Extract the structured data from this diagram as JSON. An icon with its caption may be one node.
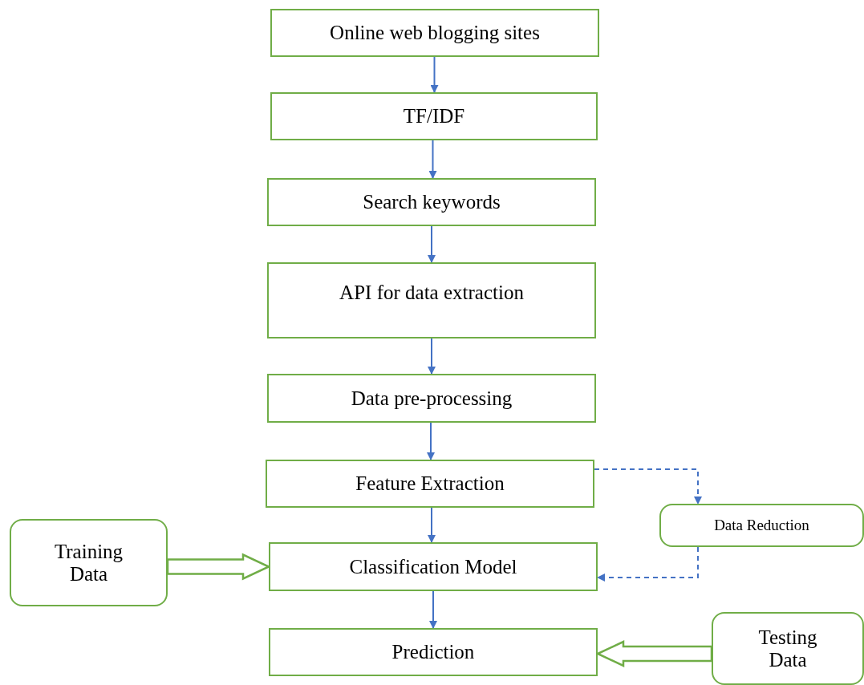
{
  "diagram": {
    "nodes": [
      {
        "text": [
          "Online web blogging sites"
        ]
      },
      {
        "text": [
          "TF/IDF"
        ]
      },
      {
        "text": [
          "Search keywords"
        ]
      },
      {
        "text": [
          "API for data extraction"
        ]
      },
      {
        "text": [
          "Data pre-processing"
        ]
      },
      {
        "text": [
          "Feature Extraction"
        ]
      },
      {
        "text": [
          "Classification Model"
        ]
      },
      {
        "text": [
          "Prediction"
        ]
      },
      {
        "text": [
          "Training Data"
        ]
      },
      {
        "text": [
          "Data Reduction"
        ]
      },
      {
        "text": [
          "Testing Data"
        ]
      }
    ],
    "edges": [
      {
        "from": 0,
        "to": 1,
        "arrow": "to"
      },
      {
        "from": 1,
        "to": 2,
        "arrow": "to"
      },
      {
        "from": 2,
        "to": 3,
        "arrow": "to"
      },
      {
        "from": 3,
        "to": 4,
        "arrow": "to"
      },
      {
        "from": 4,
        "to": 5,
        "arrow": "to"
      },
      {
        "from": 5,
        "to": 6,
        "arrow": "to"
      },
      {
        "from": 6,
        "to": 7,
        "arrow": "to"
      },
      {
        "from": 8,
        "to": 6,
        "arrow": "to",
        "style": "thick",
        "color": "#70ad47"
      },
      {
        "from": 10,
        "to": 7,
        "arrow": "to",
        "style": "thick",
        "color": "#70ad47"
      },
      {
        "from": 5,
        "to": 9,
        "arrow": "to",
        "style": "dashed"
      },
      {
        "from": 9,
        "to": 6,
        "arrow": "to",
        "style": "dashed"
      }
    ]
  }
}
